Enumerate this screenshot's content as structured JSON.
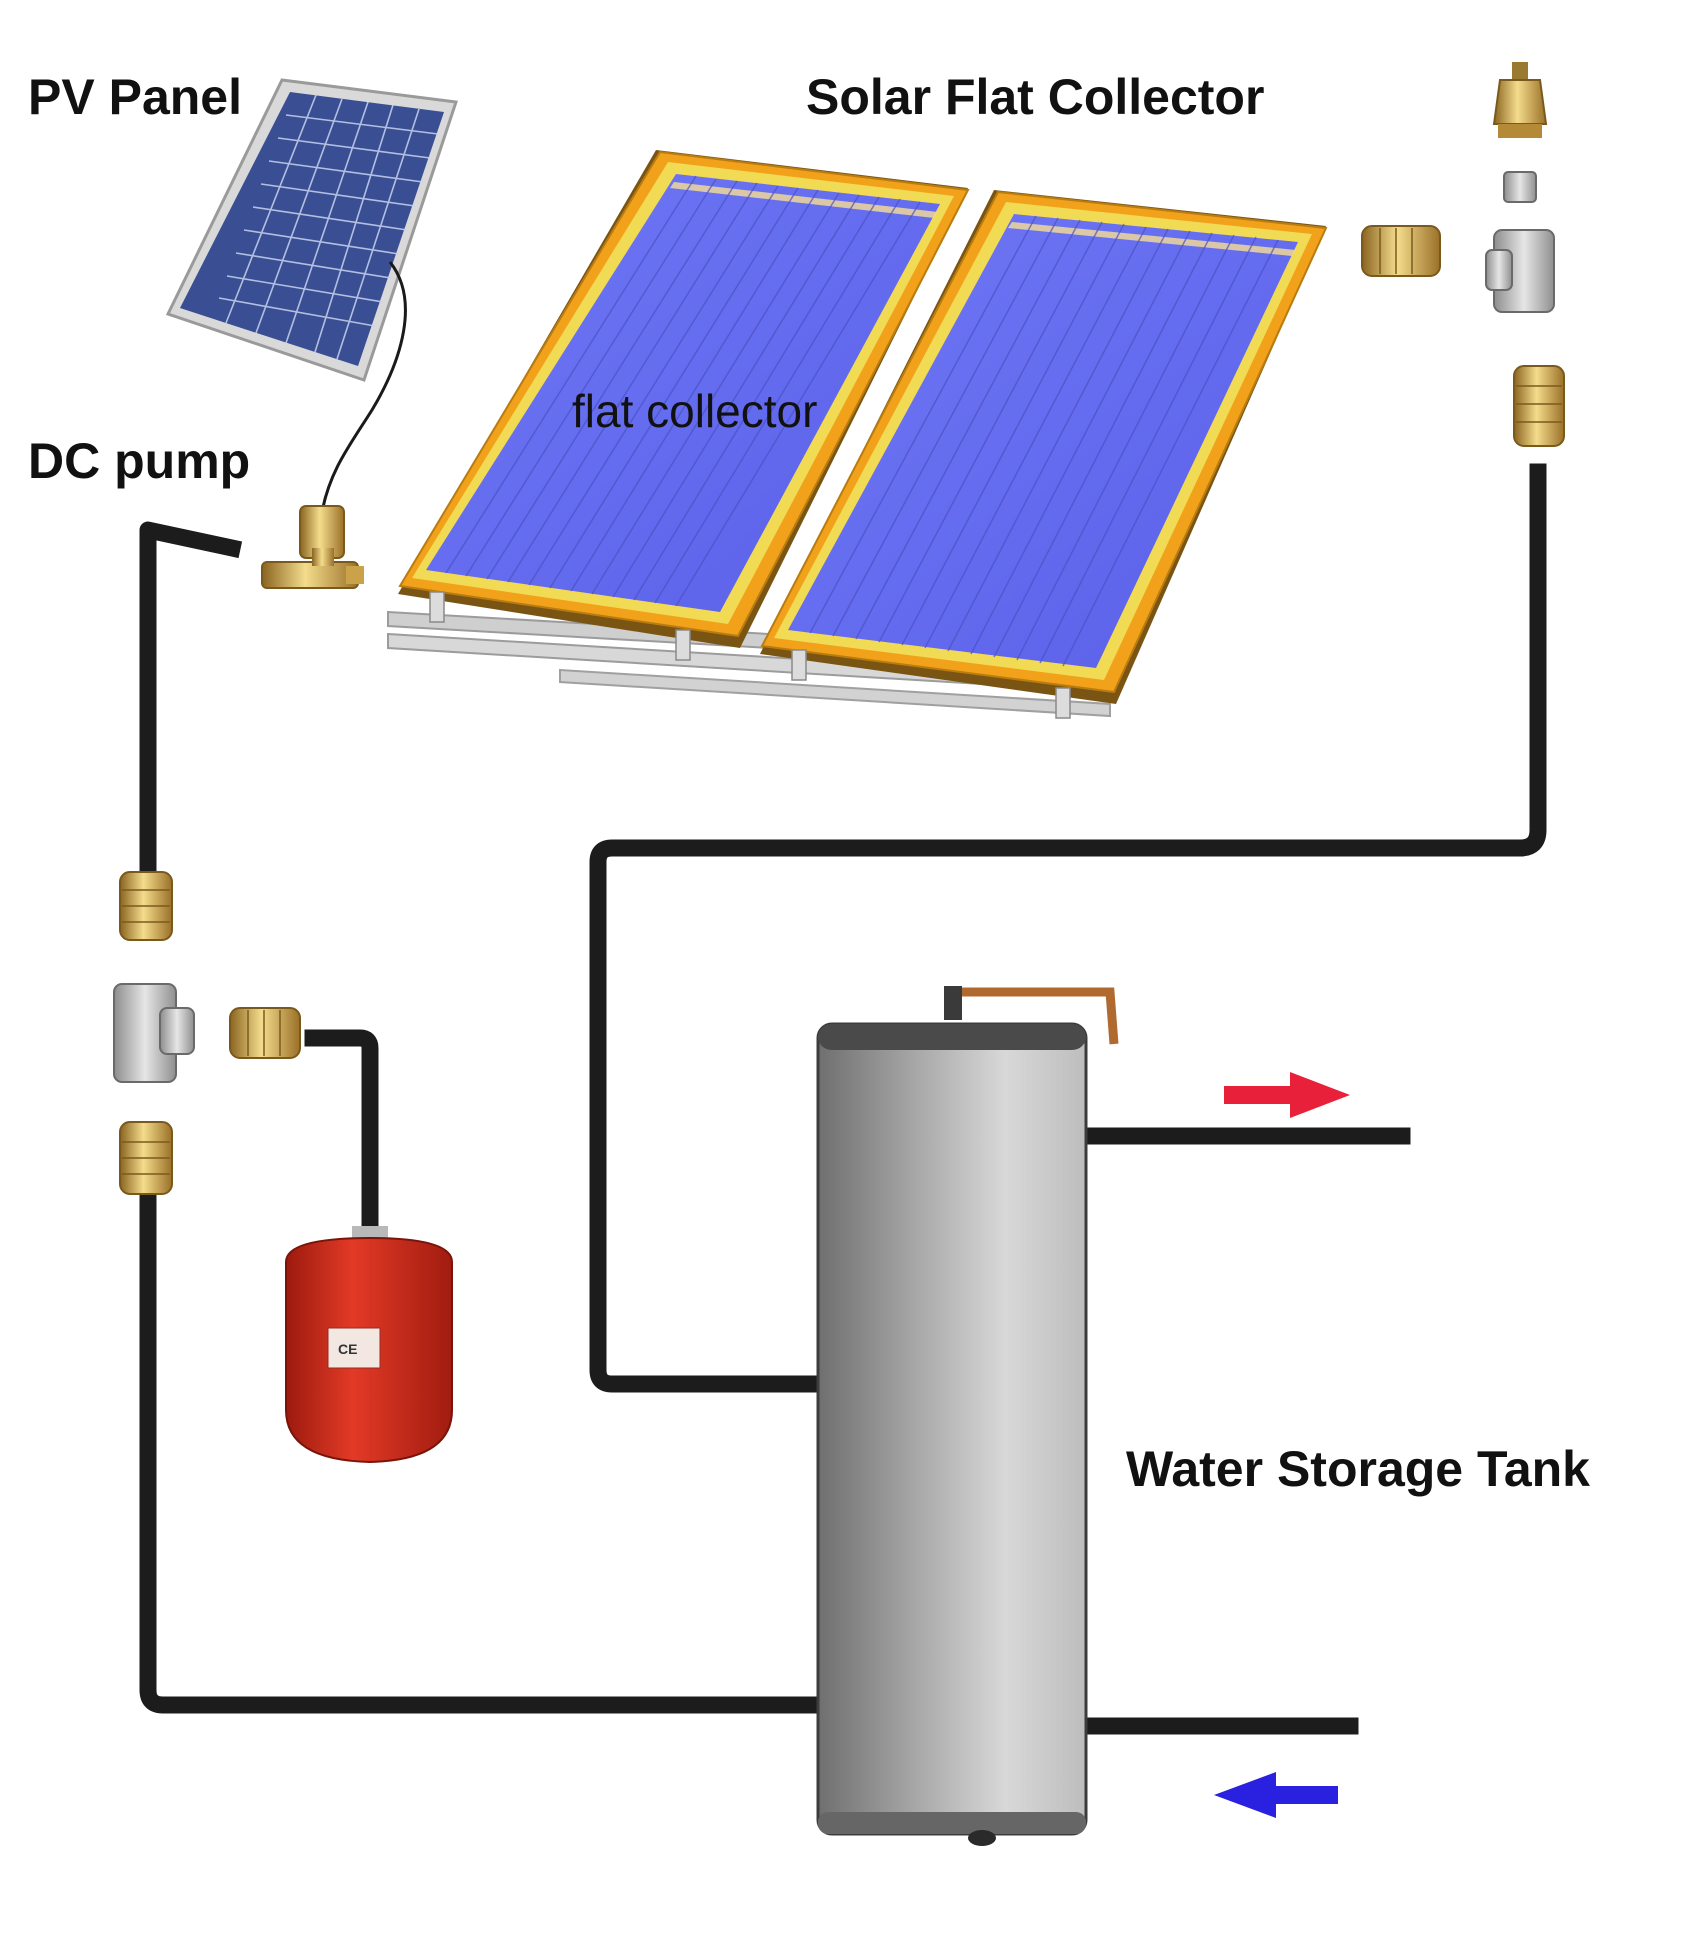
{
  "labels": {
    "pv_panel": "PV Panel",
    "solar_flat_collector": "Solar Flat Collector",
    "dc_pump": "DC pump",
    "flat_collector": "flat collector",
    "water_storage_tank": "Water Storage Tank",
    "ce_mark": "CE"
  },
  "colors": {
    "pipe": "#1c1c1c",
    "collector_absorber": "#6d73f2",
    "collector_frame": "#f2a11a",
    "pv_cell": "#3a4f93",
    "brass": "#c9a24a",
    "expansion_vessel": "#d42a1a",
    "tank": "#9a9a9a",
    "hot_arrow": "#e8203a",
    "cold_arrow": "#2a20e0"
  },
  "icons": {
    "hot_flow": "arrow-right-icon",
    "cold_flow": "arrow-left-icon"
  }
}
